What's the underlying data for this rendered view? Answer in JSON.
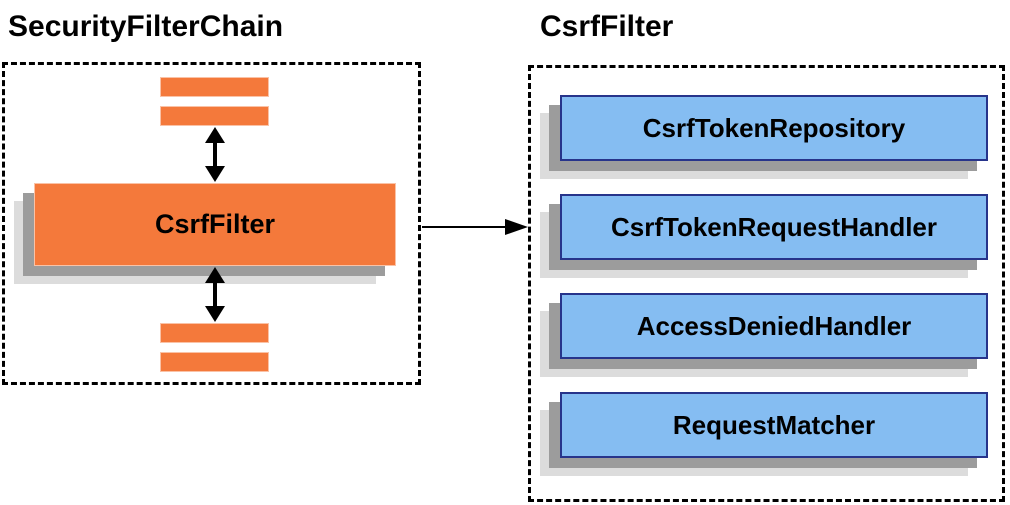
{
  "left_panel": {
    "title": "SecurityFilterChain",
    "filter_label": "CsrfFilter"
  },
  "right_panel": {
    "title": "CsrfFilter",
    "components": [
      {
        "label": "CsrfTokenRepository"
      },
      {
        "label": "CsrfTokenRequestHandler"
      },
      {
        "label": "AccessDeniedHandler"
      },
      {
        "label": "RequestMatcher"
      }
    ]
  },
  "colors": {
    "orange": "#F4793B",
    "blue": "#85BDF2",
    "blue-border": "#27348B",
    "shadow-dark": "#9C9C9C",
    "shadow-light": "#DCDCDC",
    "line": "#000000"
  }
}
